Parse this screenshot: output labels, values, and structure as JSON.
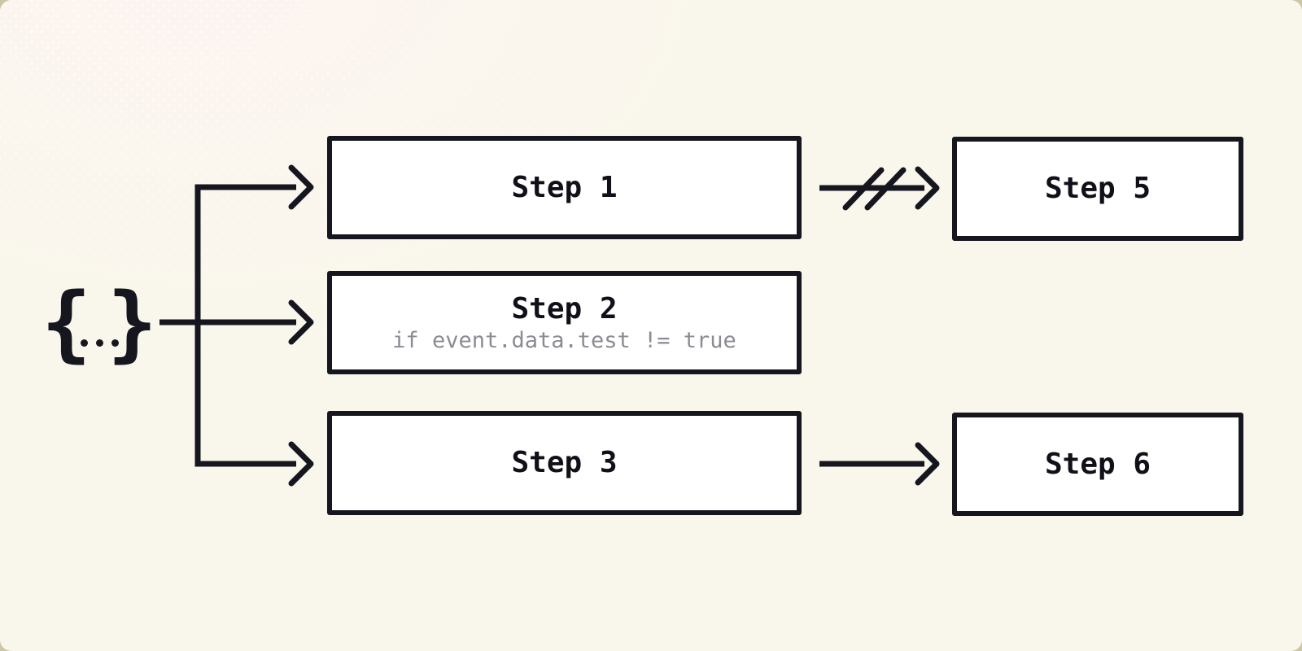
{
  "diagram": {
    "source": {
      "label": "{...}",
      "open_brace": "{",
      "close_brace": "}"
    },
    "steps": [
      {
        "id": "step1",
        "title": "Step 1"
      },
      {
        "id": "step2",
        "title": "Step 2",
        "condition": "if event.data.test != true"
      },
      {
        "id": "step3",
        "title": "Step 3"
      },
      {
        "id": "step5",
        "title": "Step 5"
      },
      {
        "id": "step6",
        "title": "Step 6"
      }
    ],
    "edges": [
      {
        "from": "source",
        "to": "step1",
        "status": "normal"
      },
      {
        "from": "source",
        "to": "step2",
        "status": "normal"
      },
      {
        "from": "source",
        "to": "step3",
        "status": "normal"
      },
      {
        "from": "step1",
        "to": "step5",
        "status": "broken"
      },
      {
        "from": "step3",
        "to": "step6",
        "status": "normal"
      }
    ],
    "colors": {
      "ink": "#16161f",
      "canvas_bg": "#f9f7ec",
      "backdrop": "#ccc7a3",
      "node_bg": "#ffffff",
      "title_text": "#101019",
      "condition_text": "#8b8b94"
    }
  }
}
